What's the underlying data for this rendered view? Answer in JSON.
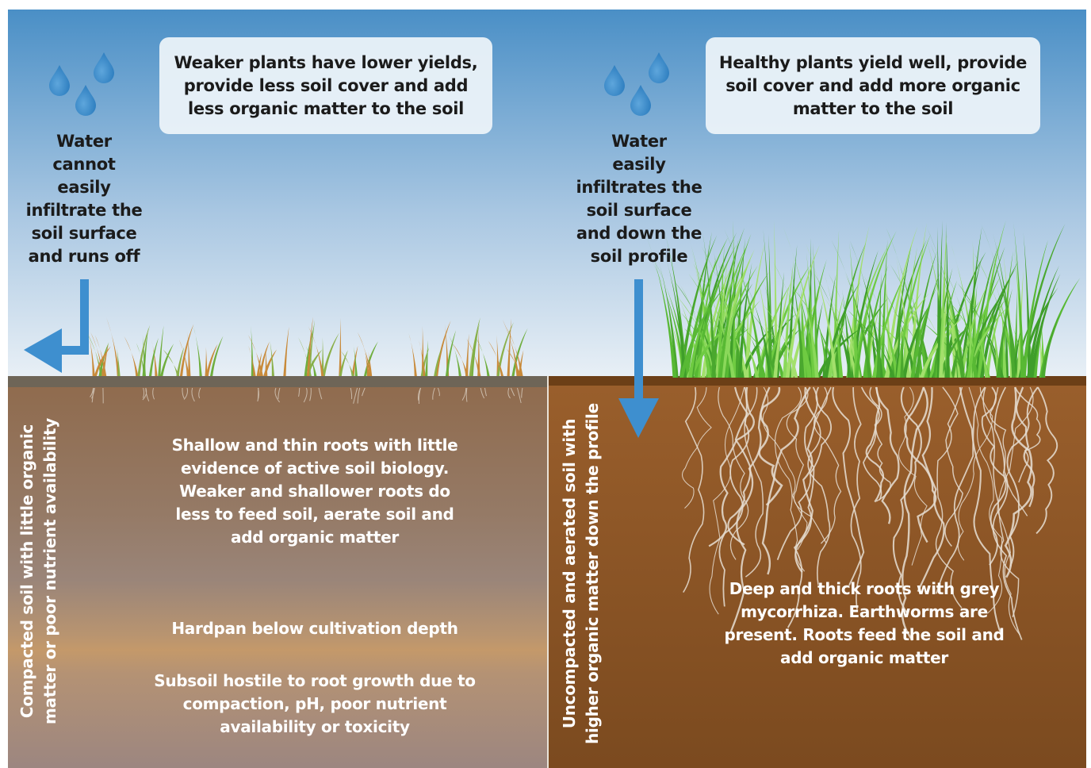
{
  "colors": {
    "sky_top": "#4a8fc6",
    "sky_bottom": "#e9f0f6",
    "left_soil": "#8f6c52",
    "left_hardpan": "#c29868",
    "right_soil": "#8a5525",
    "arrow": "#3e8fcf",
    "droplet": "#3e8fcf",
    "grass_green": "#5fc13a",
    "grass_dry": "#c88a3a",
    "root": "#e6ded2"
  },
  "left": {
    "callout": "Weaker plants have lower yields, provide less soil cover and add less organic matter to the soil",
    "water_lines": [
      "Water",
      "cannot",
      "easily",
      "infiltrate the",
      "soil surface",
      "and runs off"
    ],
    "side_label_lines": [
      "Compacted soil with little organic",
      "matter or poor nutrient availability"
    ],
    "roots_text": "Shallow and thin roots with little evidence of active soil biology. Weaker and shallower roots do less to feed soil, aerate soil and add organic matter",
    "hardpan_text": "Hardpan below cultivation depth",
    "subsoil_text": "Subsoil hostile to root growth due to compaction, pH, poor nutrient availability or toxicity"
  },
  "right": {
    "callout": "Healthy plants yield well, provide soil cover and add more organic matter to the soil",
    "water_lines": [
      "Water",
      "easily",
      "infiltrates the",
      "soil surface",
      "and down the",
      "soil profile"
    ],
    "side_label_lines": [
      "Uncompacted and aerated soil with",
      "higher organic matter down the profile"
    ],
    "roots_text": "Deep and thick roots with grey mycorrhiza. Earthworms are present. Roots feed the soil and add organic matter"
  },
  "icons": [
    "water-droplet-icon",
    "runoff-arrow-icon",
    "infiltration-arrow-icon"
  ]
}
